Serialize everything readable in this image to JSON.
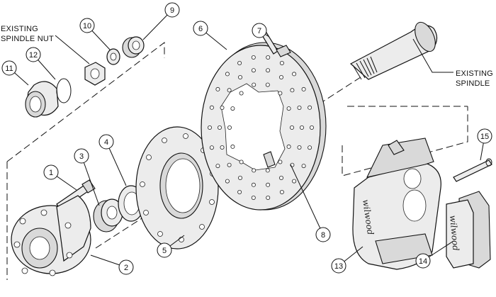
{
  "labels": {
    "existing_spindle_nut": [
      "EXISTING",
      "SPINDLE NUT"
    ],
    "existing_spindle": [
      "EXISTING",
      "SPINDLE"
    ]
  },
  "callouts": [
    "1",
    "2",
    "3",
    "4",
    "5",
    "6",
    "7",
    "8",
    "9",
    "10",
    "11",
    "12",
    "13",
    "14",
    "15"
  ],
  "caliper_brand": "wilwood",
  "pad_brand": "wilwood"
}
